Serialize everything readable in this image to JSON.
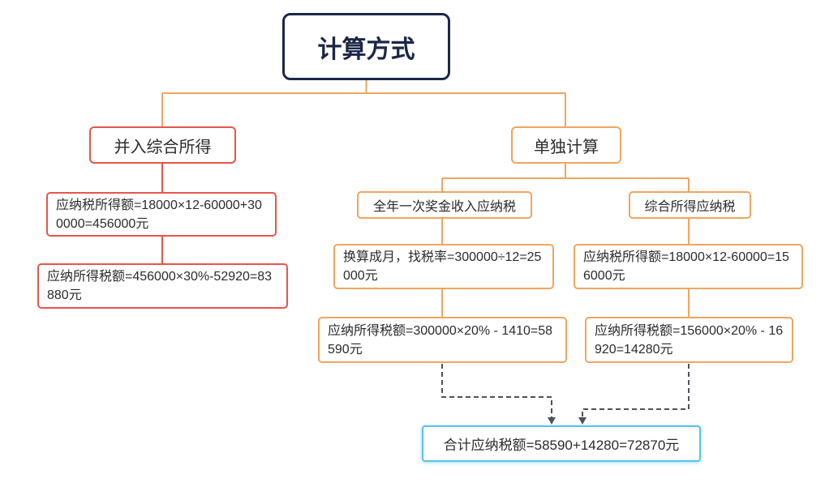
{
  "root": {
    "label": "计算方式"
  },
  "left_branch": {
    "label": "并入综合所得",
    "children": [
      {
        "text": "应纳税所得额=18000×12-60000+300000=456000元"
      },
      {
        "text": "应纳所得税额=456000×30%-52920=83880元"
      }
    ]
  },
  "right_branch": {
    "label": "单独计算",
    "groups": [
      {
        "label": "全年一次奖金收入应纳税",
        "children": [
          {
            "text": "换算成月，找税率=300000÷12=25000元"
          },
          {
            "text": "应纳所得税额=300000×20% - 1410=58590元"
          }
        ]
      },
      {
        "label": "综合所得应纳税",
        "children": [
          {
            "text": "应纳税所得额=18000×12-60000=156000元"
          },
          {
            "text": "应纳所得税额=156000×20% - 16920=14280元"
          }
        ]
      }
    ]
  },
  "summary": {
    "text": "合计应纳税额=58590+14280=72870元"
  },
  "colors": {
    "root_border": "#1c2747",
    "left_branch": "#e8554b",
    "right_branch": "#f0a55e",
    "summary_border": "#59c1ee",
    "connector_dashed": "#50505e"
  }
}
